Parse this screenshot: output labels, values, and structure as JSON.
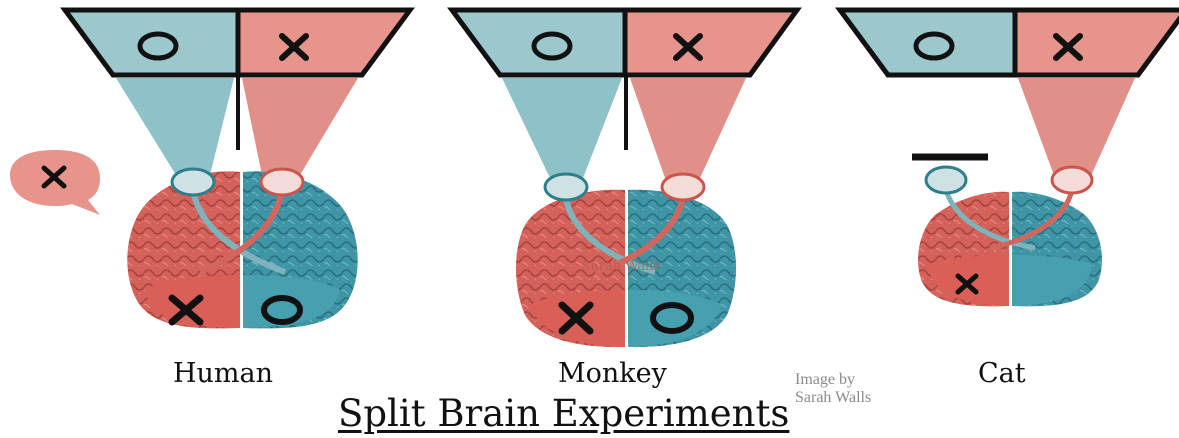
{
  "title": "Split Brain Experiments",
  "credit": {
    "line1": "Image by",
    "line2": "Sarah Walls"
  },
  "watermark": "Sarah Walls",
  "panels": [
    {
      "species": "Human",
      "left_symbol": "O",
      "right_symbol": "X",
      "speech_symbol": "X",
      "left_brain_symbol": "X",
      "right_brain_symbol": "O"
    },
    {
      "species": "Monkey",
      "left_symbol": "O",
      "right_symbol": "X",
      "left_brain_symbol": "X",
      "right_brain_symbol": "O"
    },
    {
      "species": "Cat",
      "left_symbol": "O",
      "right_symbol": "X",
      "left_brain_symbol": "X"
    }
  ],
  "colors": {
    "teal_box": "#9cc8cd",
    "red_box": "#e7948d",
    "beam_teal": "#8ec2c8",
    "beam_red": "#e09089",
    "brain_red": "#d4625a",
    "brain_teal": "#3f95a6",
    "outline": "#111111"
  }
}
